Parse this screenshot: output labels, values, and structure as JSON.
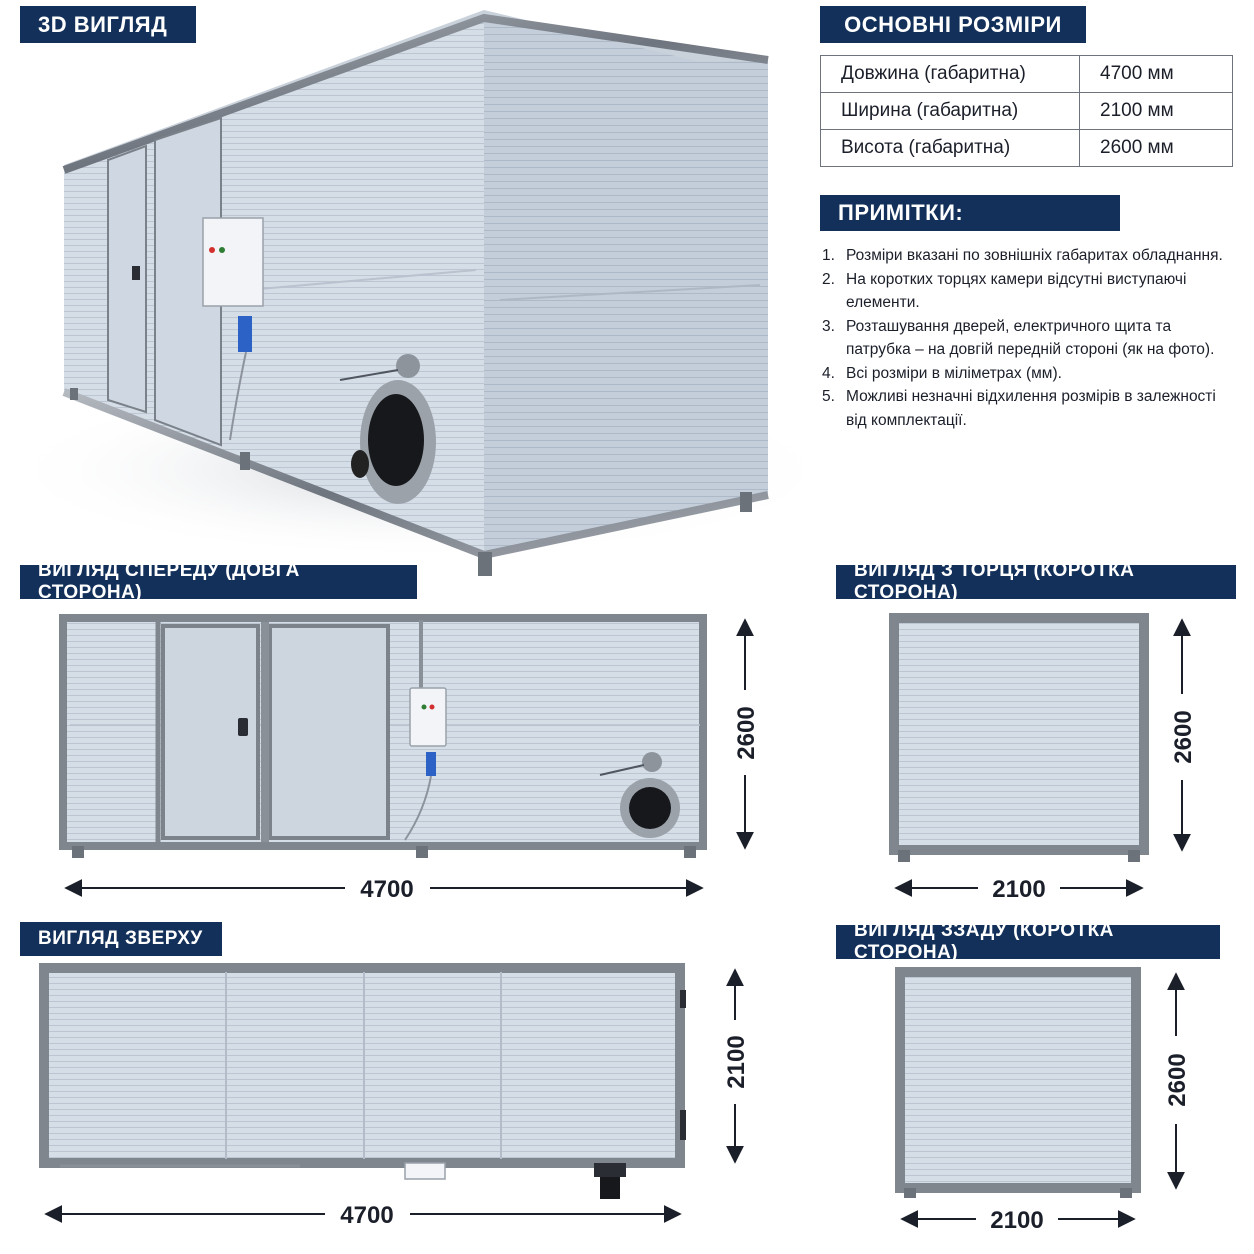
{
  "headers": {
    "view_3d": "3D ВИГЛЯД",
    "main_dimensions": "ОСНОВНІ РОЗМІРИ",
    "notes": "ПРИМІТКИ:",
    "front": "ВИГЛЯД СПЕРЕДУ (ДОВГА СТОРОНА)",
    "end": "ВИГЛЯД З ТОРЦЯ (КОРОТКА СТОРОНА)",
    "top": "ВИГЛЯД ЗВЕРХУ",
    "rear": "ВИГЛЯД ЗЗАДУ (КОРОТКА СТОРОНА)"
  },
  "dimensions": [
    {
      "label": "Довжина (габаритна)",
      "value": "4700 мм"
    },
    {
      "label": "Ширина (габаритна)",
      "value": "2100 мм"
    },
    {
      "label": "Висота (габаритна)",
      "value": "2600 мм"
    }
  ],
  "notes": [
    {
      "num": "1.",
      "text": "Розміри вказані по зовнішніх габаритах обладнання."
    },
    {
      "num": "2.",
      "text": "На коротких торцях камери відсутні виступаючі елементи."
    },
    {
      "num": "3.",
      "text": "Розташування дверей, електричного щита та патрубка – на довгій передній стороні (як на фото)."
    },
    {
      "num": "4.",
      "text": "Всі розміри в міліметрах (мм)."
    },
    {
      "num": "5.",
      "text": "Можливі незначні відхилення розмірів в залежності від комплектації."
    }
  ],
  "drawing_dims": {
    "front_width": "4700",
    "front_height": "2600",
    "end_width": "2100",
    "end_height": "2600",
    "top_width": "4700",
    "top_depth": "2100",
    "rear_width": "2100",
    "rear_height": "2600"
  },
  "colors": {
    "header_bg": "#12305a",
    "panel": "#d3dbe5",
    "frame": "#8e949c"
  }
}
